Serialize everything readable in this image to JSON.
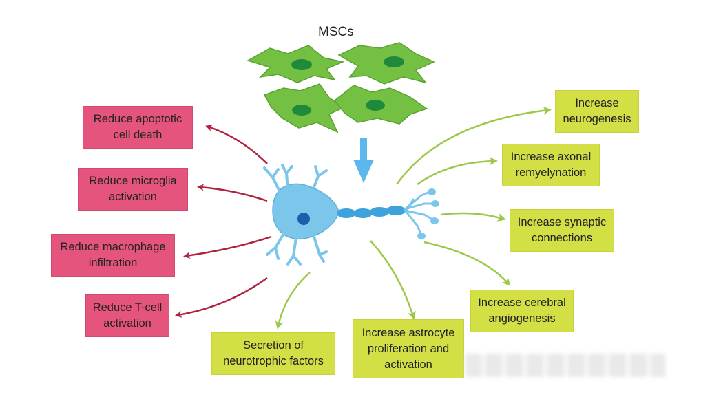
{
  "title": "MSCs",
  "colors": {
    "pink_box": "#e5547c",
    "green_box": "#d2df45",
    "red_arrow": "#b0233e",
    "green_arrow": "#9cc84a",
    "neuron": "#7cc6ec",
    "cell": "#74c043"
  },
  "left_effects": [
    "Reduce apoptotic\ncell death",
    "Reduce microglia\nactivation",
    "Reduce macrophage\ninfiltration",
    "Reduce T-cell\nactivation"
  ],
  "bottom_effects": [
    "Secretion of\nneurotrophic factors",
    "Increase astrocyte\nproliferation and\nactivation"
  ],
  "right_effects": [
    "Increase\nneurogenesis",
    "Increase axonal\nremyelynation",
    "Increase synaptic\nconnections",
    "Increase cerebral\nangiogenesis"
  ]
}
